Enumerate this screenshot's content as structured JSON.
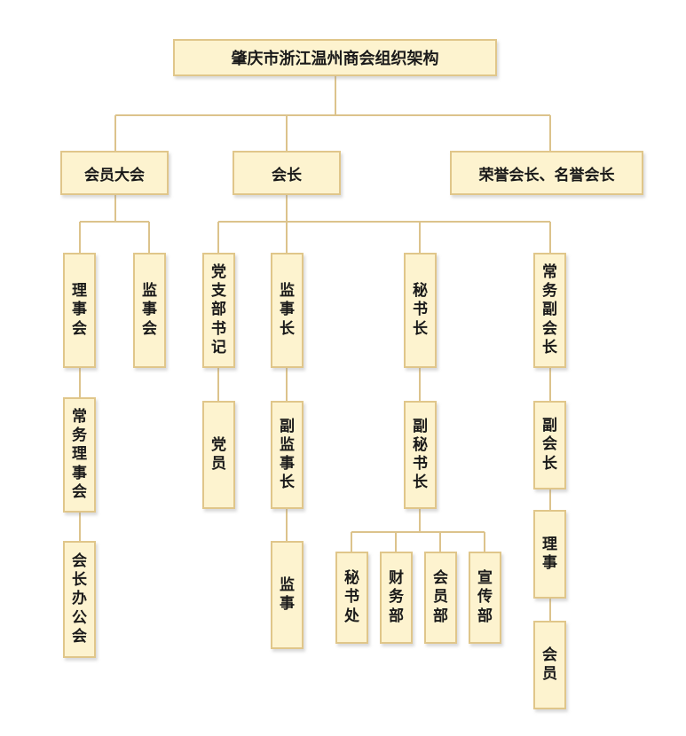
{
  "styles": {
    "fill": "#fdf3cf",
    "border": "#e0c68a",
    "connector": "#dcc38c",
    "text": "#1a1a1a"
  },
  "nodes": {
    "root": "肇庆市浙江温州商会组织架构",
    "assembly": "会员大会",
    "president": "会长",
    "honorary": "荣誉会长、名誉会长",
    "council": "理事会",
    "supervisory_board": "监事会",
    "standing_council": "常务理事会",
    "president_office": "会长办公会",
    "party_secretary": "党支部书记",
    "party_member": "党员",
    "chief_supervisor": "监事长",
    "deputy_chief_supervisor": "副监事长",
    "supervisor": "监事",
    "secretary_general": "秘书长",
    "deputy_secretary_general": "副秘书长",
    "secretariat": "秘书处",
    "finance_dept": "财务部",
    "membership_dept": "会员部",
    "publicity_dept": "宣传部",
    "exec_vice_president": "常务副会长",
    "vice_president": "副会长",
    "director": "理事",
    "member": "会员"
  }
}
